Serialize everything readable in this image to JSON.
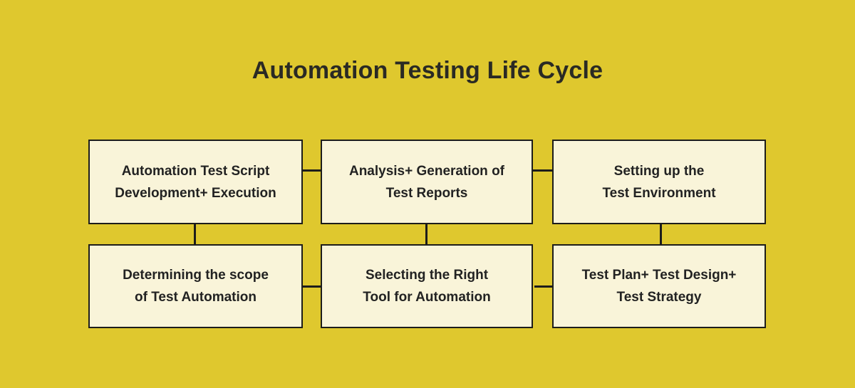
{
  "title": "Automation Testing Life Cycle",
  "colors": {
    "background": "#dfc82e",
    "box_fill": "#f9f4d9",
    "line": "#1d1d1b",
    "text": "#222222",
    "title_text": "#2a2a24"
  },
  "boxes": [
    {
      "id": "automation-test-script-development-execution",
      "line1": "Automation Test Script",
      "line2": "Development+ Execution"
    },
    {
      "id": "analysis-generation-of-test-reports",
      "line1": "Analysis+ Generation of",
      "line2": "Test Reports"
    },
    {
      "id": "setting-up-the-test-environment",
      "line1": "Setting up the",
      "line2": "Test Environment"
    },
    {
      "id": "determining-the-scope-of-test-automation",
      "line1": "Determining the scope",
      "line2": "of Test Automation"
    },
    {
      "id": "selecting-the-right-tool-for-automation",
      "line1": "Selecting the Right",
      "line2": "Tool for Automation"
    },
    {
      "id": "test-plan-test-design-test-strategy",
      "line1": "Test Plan+ Test Design+",
      "line2": "Test Strategy"
    }
  ]
}
